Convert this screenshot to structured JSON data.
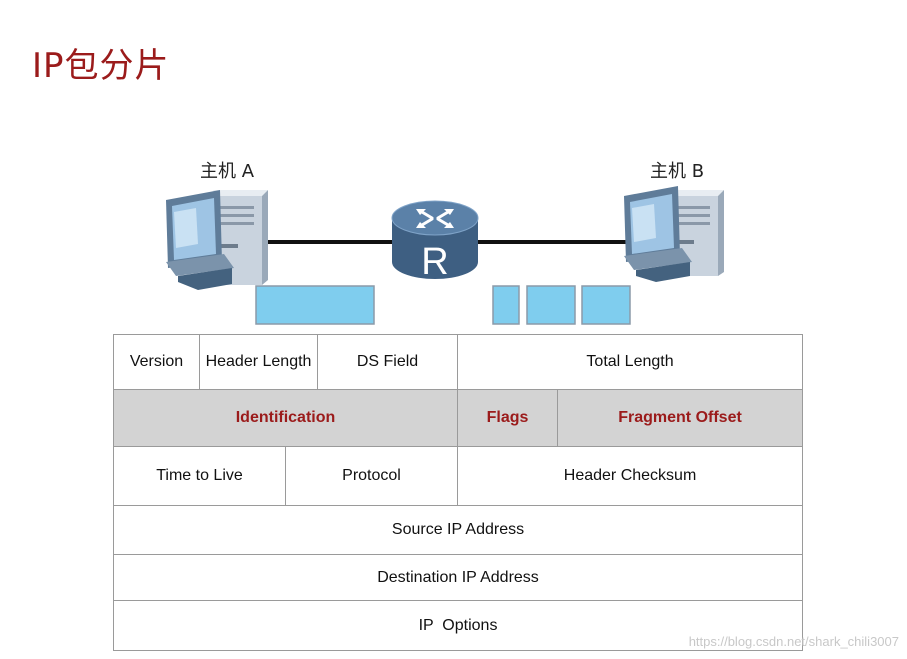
{
  "title": "IP包分片",
  "hosts": {
    "a_label": "主机 A",
    "b_label": "主机 B"
  },
  "router": {
    "letter": "R"
  },
  "ip_header": {
    "row1": {
      "version": "Version",
      "header_length": "Header Length",
      "ds_field": "DS Field",
      "total_length": "Total Length"
    },
    "row2": {
      "identification": "Identification",
      "flags": "Flags",
      "fragment_offset": "Fragment Offset"
    },
    "row3": {
      "ttl": "Time to Live",
      "protocol": "Protocol",
      "checksum": "Header Checksum"
    },
    "row4": {
      "source": "Source IP Address"
    },
    "row5": {
      "destination": "Destination IP Address"
    },
    "row6": {
      "options": "IP  Options"
    }
  },
  "colors": {
    "title": "#9b1b1b",
    "highlight_text": "#9b1b1b",
    "highlight_row": "#d3d3d3",
    "packet": "#7fcdee",
    "link": "#111111"
  },
  "watermark": "https://blog.csdn.net/shark_chili3007"
}
